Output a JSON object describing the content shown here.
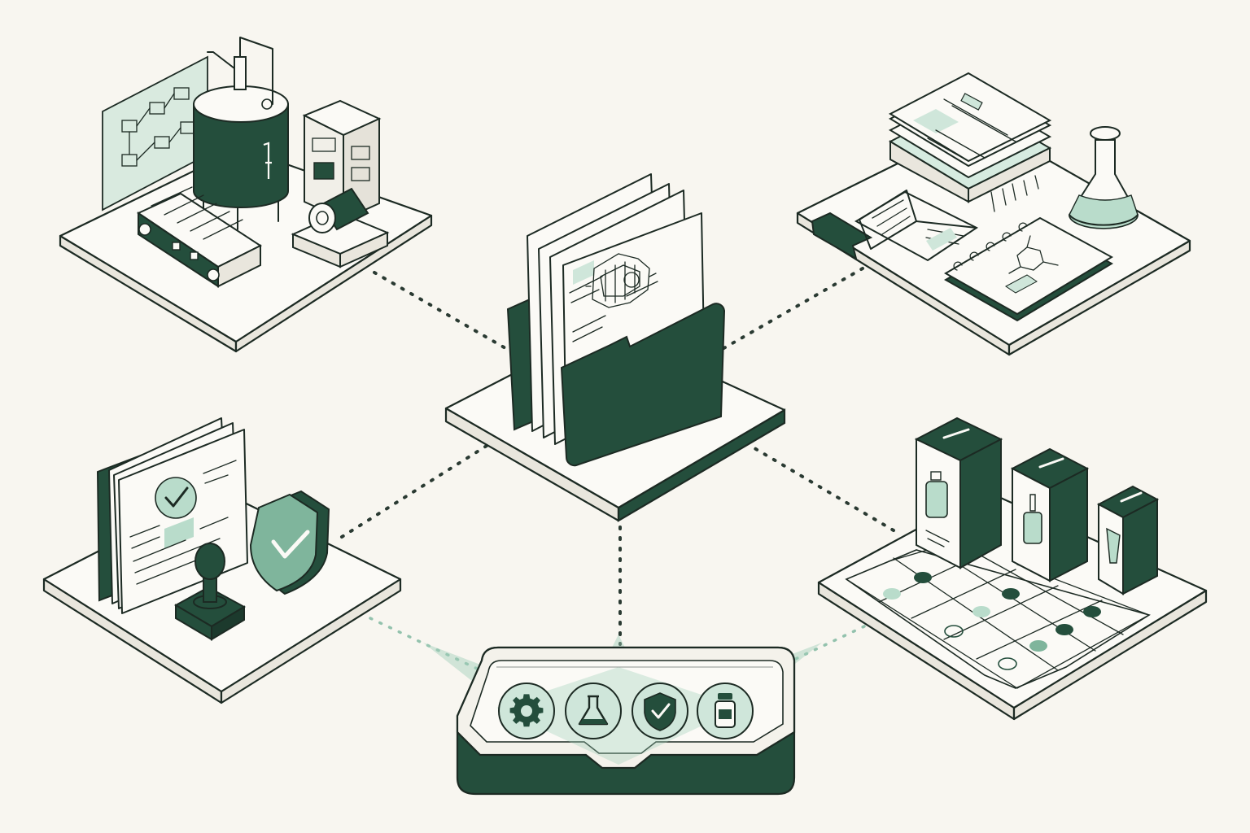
{
  "colors": {
    "background": "#f8f6f0",
    "ink": "#1c2a23",
    "dark_green": "#244e3c",
    "mint": "#b9dccb",
    "mint_light": "#d6ebe0",
    "paper": "#fbfaf6"
  },
  "nodes": [
    {
      "id": "manufacturing",
      "icons": [
        "process-flowchart-icon",
        "storage-tank-icon",
        "conveyor-belt-icon",
        "control-cabinet-icon",
        "motor-pump-icon"
      ]
    },
    {
      "id": "research",
      "icons": [
        "document-stack-icon",
        "open-book-icon",
        "spiral-notebook-icon",
        "erlenmeyer-flask-icon"
      ]
    },
    {
      "id": "central-archive",
      "icons": [
        "folder-icon",
        "engineering-drawing-icon"
      ]
    },
    {
      "id": "quality-compliance",
      "icons": [
        "approved-certificate-icon",
        "rubber-stamp-icon",
        "shield-check-icon"
      ]
    },
    {
      "id": "product-packaging",
      "icons": [
        "product-box-bottle-icon",
        "product-box-dropper-icon",
        "product-box-tube-icon",
        "sample-grid-icon"
      ]
    }
  ],
  "tray_icons": [
    "gear-icon",
    "flask-icon",
    "shield-check-icon",
    "bottle-icon"
  ]
}
